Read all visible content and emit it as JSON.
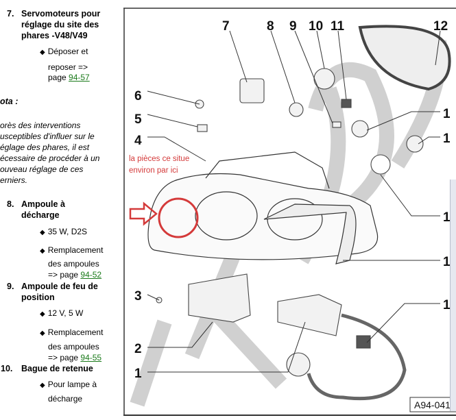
{
  "items": [
    {
      "number": "7.",
      "title_lines": [
        "Servomoteurs pour",
        "réglage du site des",
        "phares -V48/V49"
      ],
      "bullets": [
        {
          "lines": [
            "Déposer et",
            "reposer =>",
            "page "
          ],
          "link": "94-57"
        }
      ]
    },
    {
      "number": "8.",
      "title_lines": [
        "Ampoule à",
        "décharge"
      ],
      "bullets": [
        {
          "text": "35 W, D2S"
        },
        {
          "lines": [
            "Remplacement",
            "des ampoules",
            "=> page "
          ],
          "link": "94-52"
        }
      ]
    },
    {
      "number": "9.",
      "title_lines": [
        "Ampoule de feu de",
        "position"
      ],
      "bullets": [
        {
          "text": "12 V, 5 W"
        },
        {
          "lines": [
            "Remplacement",
            "des ampoules",
            "=> page "
          ],
          "link": "94-55"
        }
      ]
    },
    {
      "number": "10.",
      "title_lines": [
        "Bague de retenue"
      ],
      "bullets": [
        {
          "lines": [
            "Pour lampe à",
            "décharge"
          ]
        }
      ]
    }
  ],
  "nota": {
    "heading": "ota :",
    "lines": [
      "orès des interventions",
      "usceptibles d'influer sur le",
      "églage des phares, il est",
      "écessaire de procéder à un",
      "ouveau réglage de ces",
      "erniers."
    ]
  },
  "diagram": {
    "labels_top": [
      "7",
      "8",
      "9",
      "10",
      "11",
      "12"
    ],
    "labels_left": [
      "6",
      "5",
      "4",
      "3",
      "2",
      "1"
    ],
    "labels_right": [
      "1",
      "1",
      "1",
      "1",
      "1"
    ],
    "figure_id": "A94-041",
    "annotation_lines": [
      "la pièces ce situe",
      "environ par ici"
    ],
    "annotation_color": "#d43a3a"
  }
}
